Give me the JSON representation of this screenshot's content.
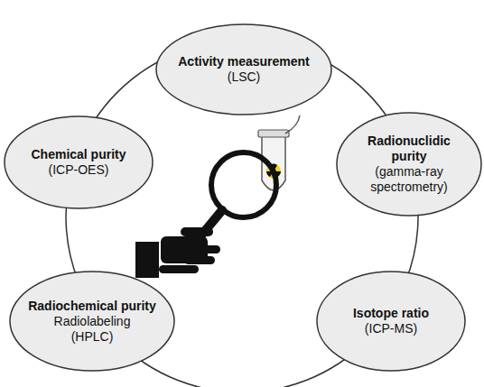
{
  "diagram": {
    "nodes": [
      {
        "text": [
          "Activity measurement",
          "(LSC)"
        ]
      },
      {
        "text": [
          "Chemical purity",
          "(ICP-OES)"
        ]
      },
      {
        "text": [
          "Radionuclidic purity",
          "(gamma-ray spectrometry)"
        ]
      },
      {
        "text": [
          "Radiochemical purity",
          "Radiolabeling",
          "(HPLC)"
        ]
      },
      {
        "text": [
          "Isotope ratio",
          "(ICP-MS)"
        ]
      }
    ]
  }
}
